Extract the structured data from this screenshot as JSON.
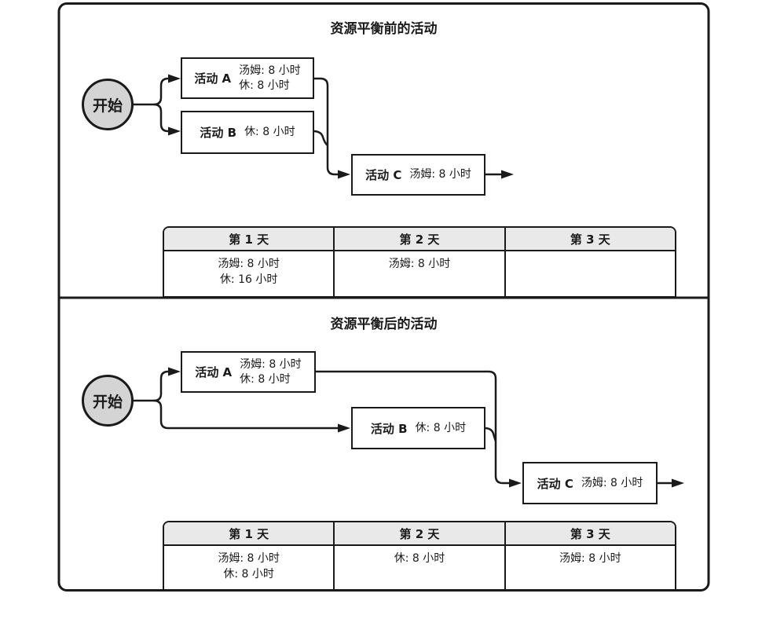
{
  "colors": {
    "line": "#1a1a1a",
    "start_node_fill": "#d4d4d4",
    "table_header_fill": "#e9e9e9",
    "background": "#ffffff"
  },
  "before": {
    "title": "资源平衡前的活动",
    "start": "开始",
    "activity_a": {
      "label": "活动 A",
      "line1": "汤姆: 8 小时",
      "line2": "休: 8 小时"
    },
    "activity_b": {
      "label": "活动 B",
      "line1": "休: 8 小时"
    },
    "activity_c": {
      "label": "活动 C",
      "line1": "汤姆: 8 小时"
    },
    "table": {
      "headers": [
        "第 1 天",
        "第 2 天",
        "第 3 天"
      ],
      "day1": [
        "汤姆: 8 小时",
        "休: 16 小时"
      ],
      "day2": [
        "汤姆: 8 小时"
      ],
      "day3": []
    }
  },
  "after": {
    "title": "资源平衡后的活动",
    "start": "开始",
    "activity_a": {
      "label": "活动 A",
      "line1": "汤姆: 8 小时",
      "line2": "休: 8 小时"
    },
    "activity_b": {
      "label": "活动 B",
      "line1": "休: 8 小时"
    },
    "activity_c": {
      "label": "活动 C",
      "line1": "汤姆: 8 小时"
    },
    "table": {
      "headers": [
        "第 1 天",
        "第 2 天",
        "第 3 天"
      ],
      "day1": [
        "汤姆: 8 小时",
        "休: 8 小时"
      ],
      "day2": [
        "休: 8 小时"
      ],
      "day3": [
        "汤姆: 8 小时"
      ]
    }
  }
}
